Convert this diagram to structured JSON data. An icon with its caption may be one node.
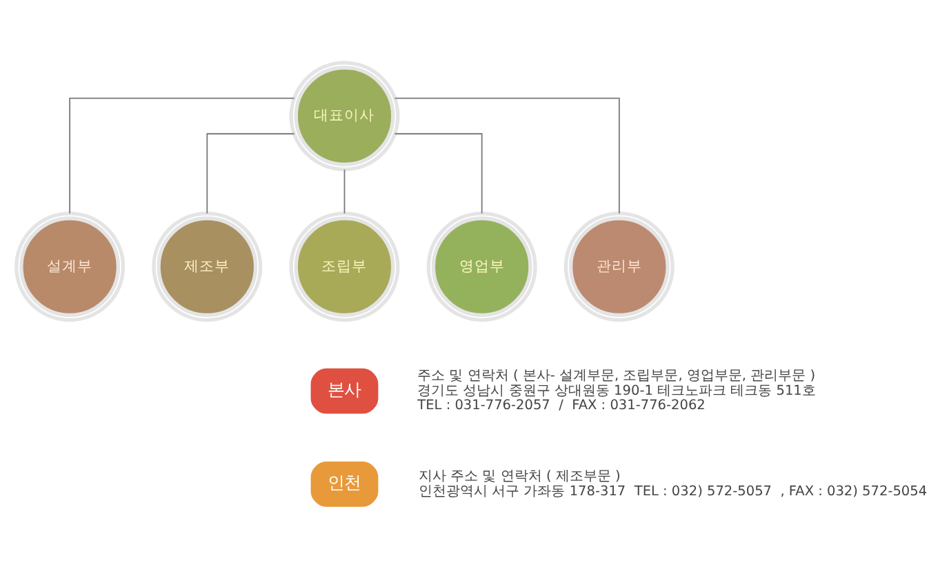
{
  "diagram": {
    "nodes": [
      {
        "text": [
          "대표이사"
        ]
      },
      {
        "text": [
          "설계부"
        ]
      },
      {
        "text": [
          "제조부"
        ]
      },
      {
        "text": [
          "조립부"
        ]
      },
      {
        "text": [
          "영업부"
        ]
      },
      {
        "text": [
          "관리부"
        ]
      },
      {
        "text": [
          "본사"
        ],
        "beside": [
          "주소 및 연락처 ( 본사- 설계부문, 조립부문, 영업부문, 관리부문 )",
          "경기도 성남시 중원구 상대원동 190-1 테크노파크 테크동 511호",
          "TEL : 031-776-2057  /  FAX : 031-776-2062"
        ]
      },
      {
        "text": [
          "인천"
        ],
        "beside": [
          "지사 주소 및 연락처 ( 제조부문 )",
          "인천광역시 서구 가좌동 178-317  TEL : 032) 572-5057  , FAX : 032) 572-5054"
        ]
      }
    ],
    "edges": [
      {
        "from": 0,
        "to": 1,
        "arrow": "none"
      },
      {
        "from": 0,
        "to": 2,
        "arrow": "none"
      },
      {
        "from": 0,
        "to": 3,
        "arrow": "none"
      },
      {
        "from": 0,
        "to": 4,
        "arrow": "none"
      },
      {
        "from": 0,
        "to": 5,
        "arrow": "none"
      }
    ]
  }
}
